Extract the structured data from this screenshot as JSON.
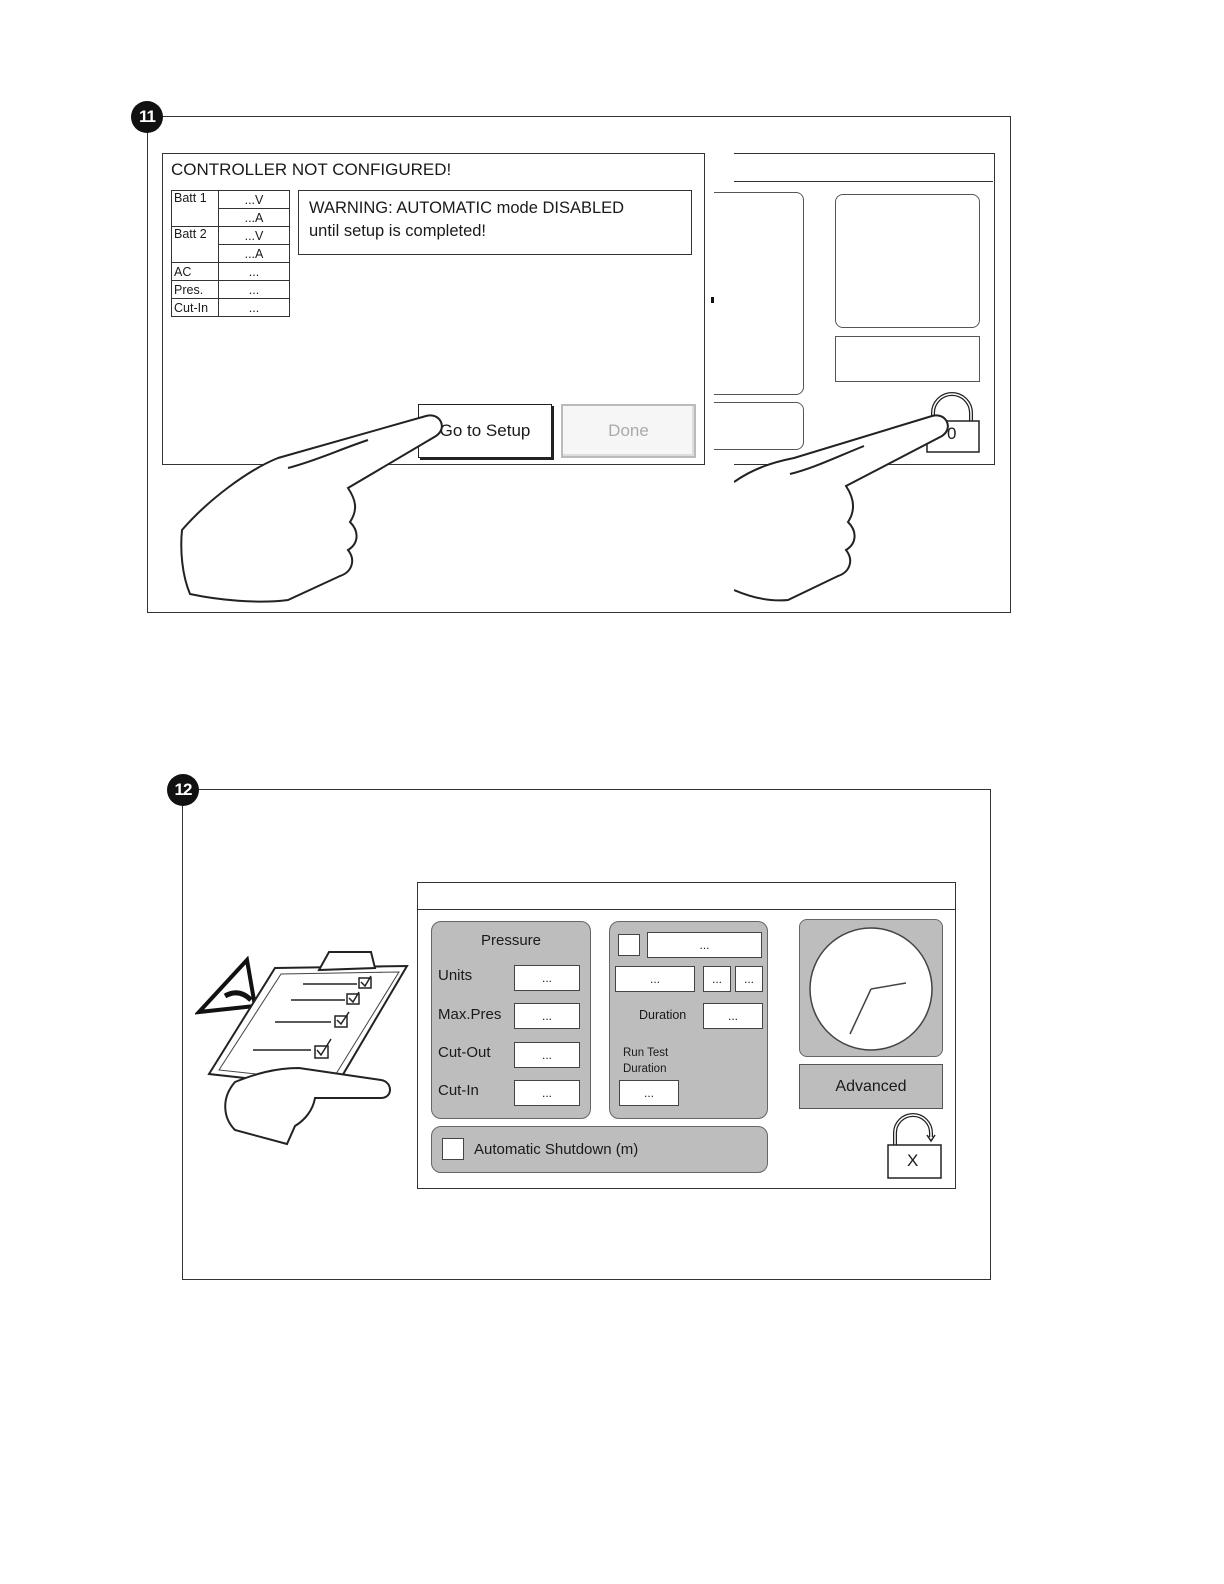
{
  "steps": {
    "first": "11",
    "second": "12"
  },
  "setup_prompt": {
    "title": "CONTROLLER NOT CONFIGURED!",
    "status_rows": [
      {
        "label": "Batt 1",
        "values": [
          "...V",
          "...A"
        ]
      },
      {
        "label": "Batt 2",
        "values": [
          "...V",
          "...A"
        ]
      },
      {
        "label": "AC",
        "values": [
          "..."
        ]
      },
      {
        "label": "Pres.",
        "values": [
          "..."
        ]
      },
      {
        "label": "Cut-In",
        "values": [
          "..."
        ]
      }
    ],
    "warning_line1": "WARNING: AUTOMATIC mode DISABLED",
    "warning_line2": "until setup is completed!",
    "go_to_setup_label": "Go to Setup",
    "done_label": "Done"
  },
  "main_screen": {
    "lock_count": "0"
  },
  "setup_screen": {
    "pressure": {
      "title": "Pressure",
      "rows": [
        {
          "label": "Units",
          "value": "..."
        },
        {
          "label": "Max.Pres",
          "value": "..."
        },
        {
          "label": "Cut-Out",
          "value": "..."
        },
        {
          "label": "Cut-In",
          "value": "..."
        }
      ]
    },
    "timer": {
      "top_field": "...",
      "row_fields": [
        "...",
        "...",
        "..."
      ],
      "duration_label": "Duration",
      "duration_value": "...",
      "run_test_label_1": "Run Test",
      "run_test_label_2": "Duration",
      "run_test_value": "..."
    },
    "auto_shutdown_label": "Automatic Shutdown (m)",
    "advanced_label": "Advanced",
    "lock_label": "X"
  },
  "icons": [
    "hand-pointer-icon",
    "arrow-right-icon",
    "padlock-icon",
    "clipboard-checklist-icon",
    "clock-icon",
    "eye-icon"
  ]
}
